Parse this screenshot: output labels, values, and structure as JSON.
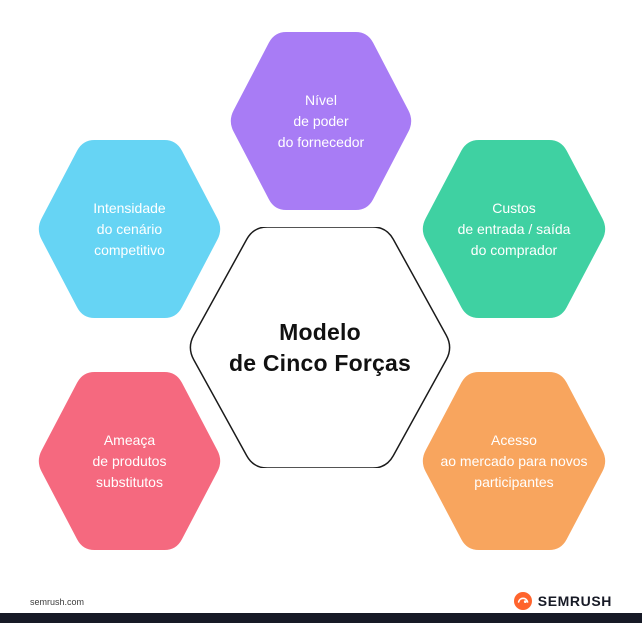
{
  "center": {
    "line1": "Modelo",
    "line2": "de Cinco Forças",
    "fill": "#ffffff",
    "border_color": "#1a1a1a"
  },
  "hexagons": [
    {
      "name": "supplier-power",
      "color": "#a87cf5",
      "lines": [
        "Nível",
        "de poder",
        "do fornecedor"
      ]
    },
    {
      "name": "competitive-intensity",
      "color": "#66d4f4",
      "lines": [
        "Intensidade",
        "do cenário",
        "competitivo"
      ]
    },
    {
      "name": "entry-exit-costs",
      "color": "#3fd1a2",
      "lines": [
        "Custos",
        "de entrada / saída",
        "do comprador"
      ]
    },
    {
      "name": "substitute-products",
      "color": "#f5697f",
      "lines": [
        "Ameaça",
        "de produtos",
        "substitutos"
      ]
    },
    {
      "name": "market-access",
      "color": "#f8a55e",
      "lines": [
        "Acesso",
        "ao mercado para novos",
        "participantes"
      ]
    }
  ],
  "footer": {
    "website": "semrush.com",
    "brand": "SEMRUSH",
    "bar_color": "#171a26",
    "logo_color": "#ff642d"
  }
}
